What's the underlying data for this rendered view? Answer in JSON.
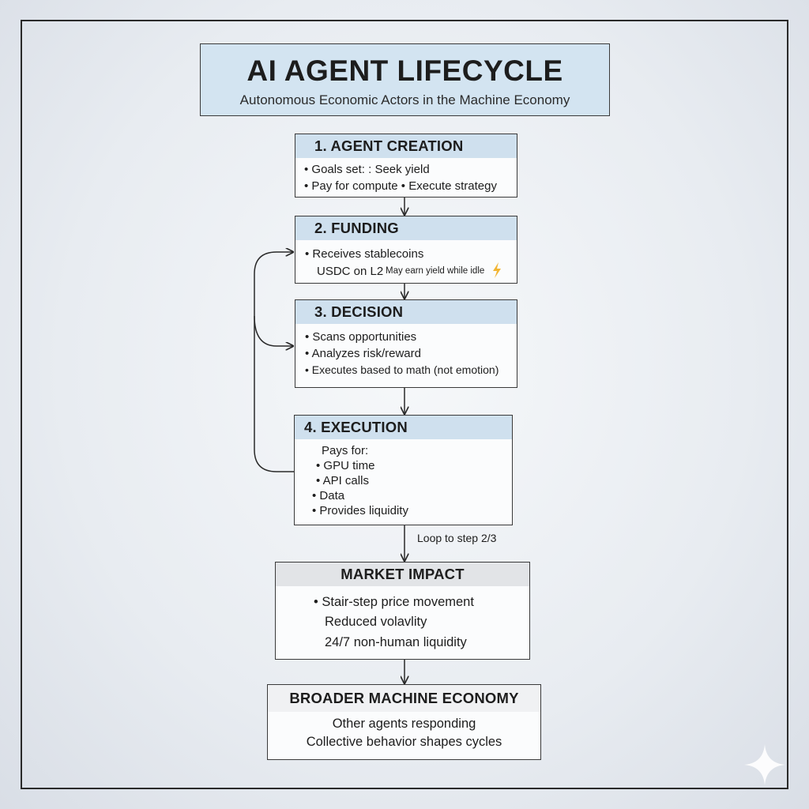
{
  "header": {
    "title": "AI AGENT LIFECYCLE",
    "subtitle": "Autonomous Economic Actors in the Machine Economy"
  },
  "steps": [
    {
      "title": "1. AGENT CREATION",
      "lines": [
        "• Goals set: : Seek yield",
        "• Pay for compute  •  Execute strategy"
      ]
    },
    {
      "title": "2. FUNDING",
      "lines": [
        "• Receives stablecoins",
        "USDC on L2",
        "May earn yield while idle"
      ]
    },
    {
      "title": "3. DECISION",
      "lines": [
        "• Scans opportunities",
        "• Analyzes risk/reward",
        "• Executes based to math (not emotion)"
      ]
    },
    {
      "title": "4. EXECUTION",
      "lines": [
        "Pays for:",
        "• GPU time",
        "• API calls",
        "• Data",
        "• Provides liquidity"
      ]
    }
  ],
  "loop_label": "Loop to step 2/3",
  "market_impact": {
    "title": "MARKET IMPACT",
    "lines": [
      "• Stair-step price movement",
      "Reduced volavlity",
      "24/7 non-human liquidity"
    ]
  },
  "broader": {
    "title": "BROADER MACHINE ECONOMY",
    "lines": [
      "Other agents responding",
      "Collective behavior shapes cycles"
    ]
  },
  "colors": {
    "header_fill": "#cfe0ee",
    "border": "#3a3a3a",
    "lightning": "#f2b533"
  },
  "icons": [
    "lightning-icon",
    "sparkle-icon"
  ]
}
